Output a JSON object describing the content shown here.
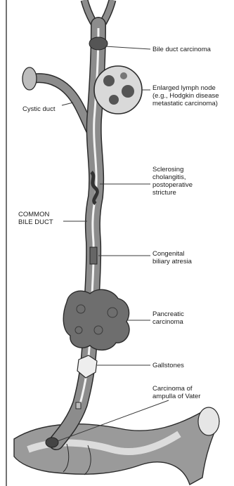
{
  "labels": {
    "bile_duct_carcinoma": "Bile duct carcinoma",
    "enlarged_lymph_node": [
      "Enlarged lymph node",
      "(e.g., Hodgkin disease",
      "metastatic carcinoma)"
    ],
    "cystic_duct": "Cystic duct",
    "sclerosing": [
      "Sclerosing",
      "cholangitis,",
      "postoperative",
      "stricture"
    ],
    "common_bile_duct": [
      "COMMON",
      "BILE DUCT"
    ],
    "congenital": [
      "Congenital",
      "biliary atresia"
    ],
    "pancreatic": [
      "Pancreatic",
      "carcinoma"
    ],
    "gallstones": "Gallstones",
    "ampulla": [
      "Carcinoma of",
      "ampulla of Vater"
    ]
  },
  "colors": {
    "duct_fill": "#8c8c8c",
    "duct_outline": "#2b2b2b",
    "lumen": "#f2f2f2",
    "mass": "#6e6e6e",
    "node_fill": "#d9d9d9",
    "leader": "#3a3a3a"
  }
}
